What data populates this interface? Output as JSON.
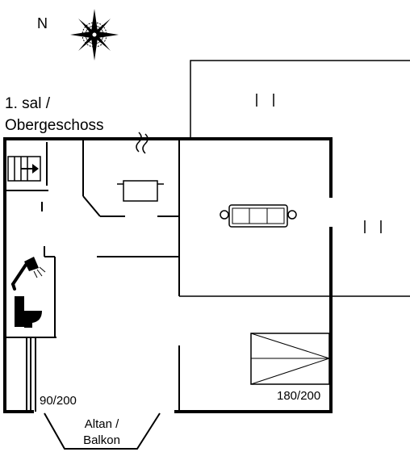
{
  "plan": {
    "north_label": "N",
    "floor_label_line1": "1. sal /",
    "floor_label_line2": "Obergeschoss",
    "bed_left_label": "90/200",
    "bed_right_label": "180/200",
    "balcony_label_line1": "Altan /",
    "balcony_label_line2": "Balkon"
  },
  "icons": [
    "compass-rose-icon",
    "stairs-icon",
    "cooking-pot-icon",
    "sofa-icon",
    "shower-icon",
    "toilet-icon",
    "window-mark-icon",
    "double-bed-icon"
  ],
  "colors": {
    "line": "#000000",
    "background": "#ffffff"
  }
}
